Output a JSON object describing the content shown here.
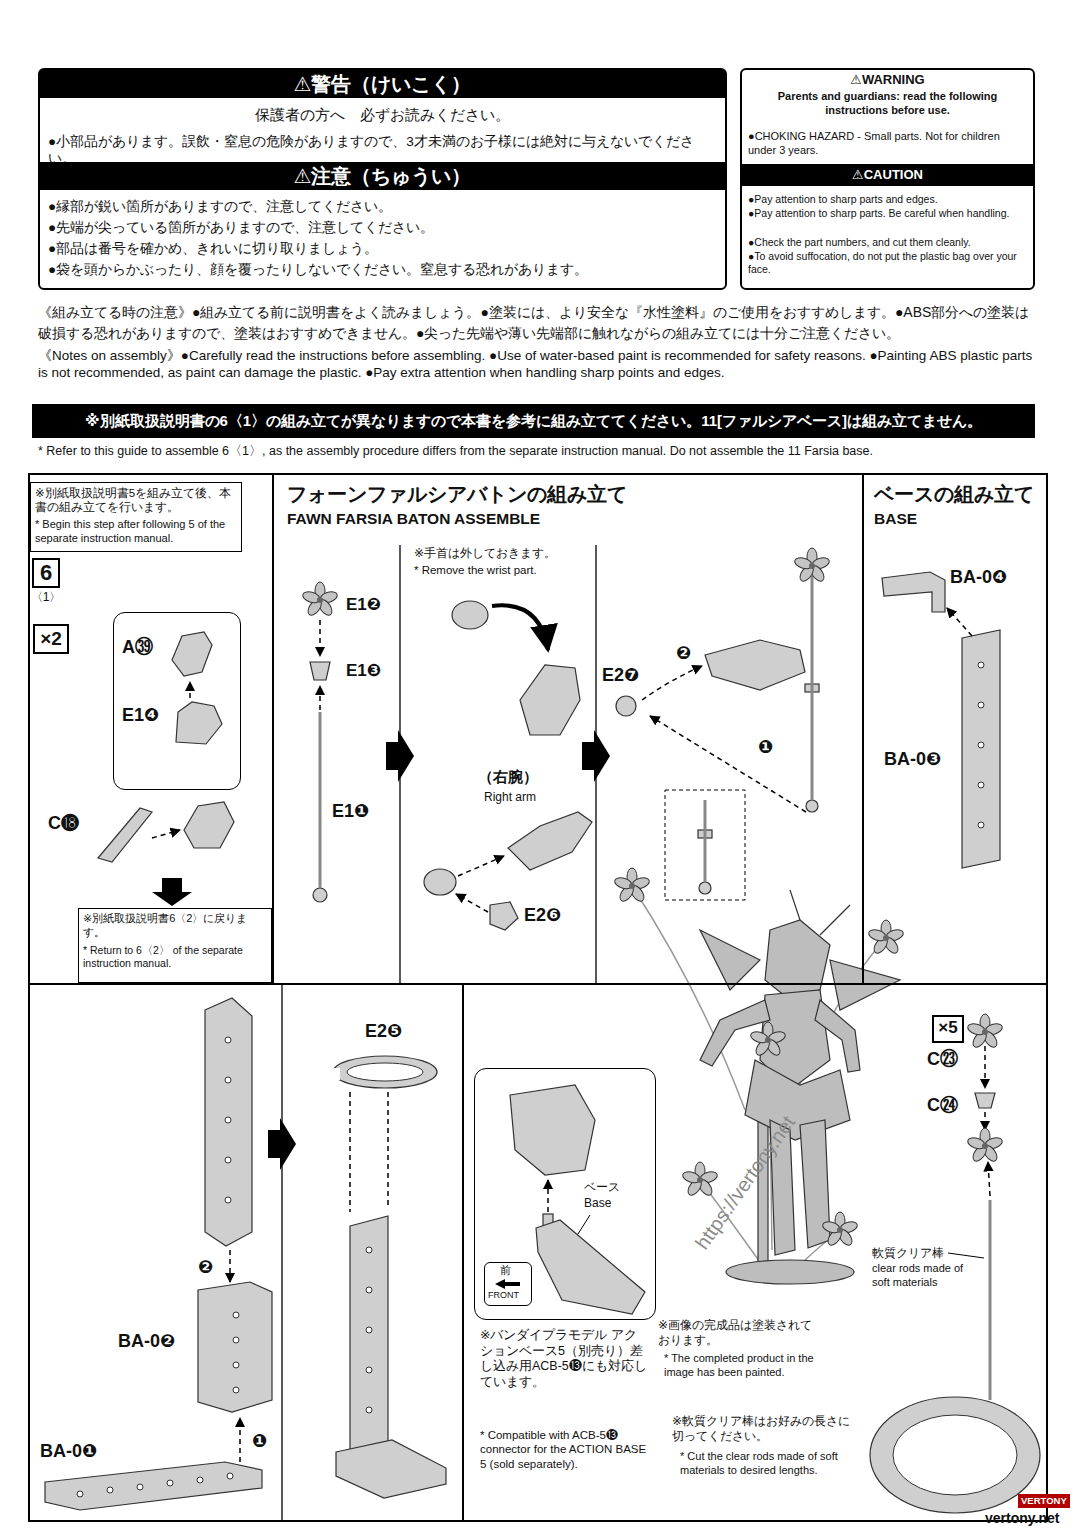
{
  "diagram": {
    "nodes": [
      {
        "text": [
          "⚠警告（けいこく）",
          "保護者の方へ　必ずお読みください。",
          "●小部品があります。誤飲・窒息の危険がありますので、3才未満のお子様には絶対に与えないでください。",
          "⚠注意（ちゅうい）",
          "●縁部が鋭い箇所がありますので、注意してください。",
          "●先端が尖っている箇所がありますので、注意してください。",
          "●部品は番号を確かめ、きれいに切り取りましょう。",
          "●袋を頭からかぶったり、顔を覆ったりしないでください。窒息する恐れがあります。"
        ]
      },
      {
        "text": [
          "⚠WARNING",
          "Parents and guardians: read the following instructions before use.",
          "●CHOKING HAZARD - Small parts. Not for children under 3 years.",
          "⚠CAUTION",
          "●Pay attention to sharp parts and edges.",
          "●Pay attention to sharp parts. Be careful when handling.",
          "●Check the part numbers, and cut them cleanly.",
          "●To avoid suffocation, do not put the plastic bag over your face."
        ]
      },
      {
        "text": [
          "※別紙取扱説明書の6〈1〉の組み立てが異なりますので本書を参考に組み立ててください。11[ファルシアベース]は組み立てません。"
        ]
      },
      {
        "text": [
          "C⓲"
        ]
      },
      {
        "text": [
          "※別紙取扱説明書5を組み立て後、本書の組み立てを行います。",
          "* Begin this step after following 5 of the separate instruction manual."
        ],
        "in": 3
      },
      {
        "text": [
          "6",
          "〈1〉"
        ],
        "in": 3
      },
      {
        "text": [
          "×2"
        ],
        "in": 3
      },
      {
        "text": [
          "A㊴",
          "E1❹"
        ],
        "in": 3
      },
      {
        "text": [
          "※別紙取扱説明書6〈2〉に戻ります。",
          "* Return to 6〈2〉 of the separate instruction manual."
        ],
        "in": 3
      },
      {
        "text": [
          "フォーンファルシアバトンの組み立て",
          "FAWN FARSIA BATON ASSEMBLE",
          "E1❷",
          "E1❸",
          "E1❶",
          "※手首は外しておきます。",
          "* Remove the wrist part.",
          "（右腕）",
          "Right arm",
          "E2❻",
          "E2❼",
          "❷",
          "❶"
        ]
      },
      {
        "text": [
          "ベースの組み立て",
          "BASE",
          "BA-0❹",
          "BA-0❸"
        ]
      },
      {
        "text": [
          "❷",
          "BA-0❷",
          "❶",
          "BA-0❶",
          "E2❺"
        ]
      },
      {
        "text": [
          "※バンダイプラモデル アクションベース5（別売り）差し込み用ACB-5⓭にも対応しています。",
          "* Compatible with ACB-5⓭ connector for the ACTION BASE 5 (sold separately).",
          "※画像の完成品は塗装されております。",
          "* The completed product in the image has been painted.",
          "C㉓",
          "C㉔",
          "軟質クリア棒",
          "clear rods made of soft materials",
          "※軟質クリア棒はお好みの長さに切ってください。",
          "* Cut the clear rods made of soft materials to desired lengths."
        ]
      },
      {
        "text": [
          "ベース",
          "Base"
        ],
        "in": 12
      },
      {
        "text": [
          "前",
          "FRONT"
        ],
        "in": 13
      },
      {
        "text": [
          "×5"
        ],
        "in": 12
      }
    ],
    "labels": [
      "《組み立てる時の注意》●組み立てる前に説明書をよく読みましょう。●塗装には、より安全な『水性塗料』のご使用をおすすめします。●ABS部分への塗装は破損する恐れがありますので、塗装はおすすめできません。●尖った先端や薄い先端部に触れながらの組み立てには十分ご注意ください。",
      "《Notes on assembly》●Carefully read the instructions before assembling. ●Use of water-based paint is recommended for safety reasons. ●Painting ABS plastic parts is not recommended, as paint can damage the plastic. ●Pay extra attention when handling sharp points and edges.",
      "* Refer to this guide to assemble 6〈1〉, as the assembly procedure differs from the separate instruction manual. Do not assemble the 11 Farsia base.",
      "https://vertony.net",
      "VERTONY",
      "vertony.net"
    ]
  }
}
